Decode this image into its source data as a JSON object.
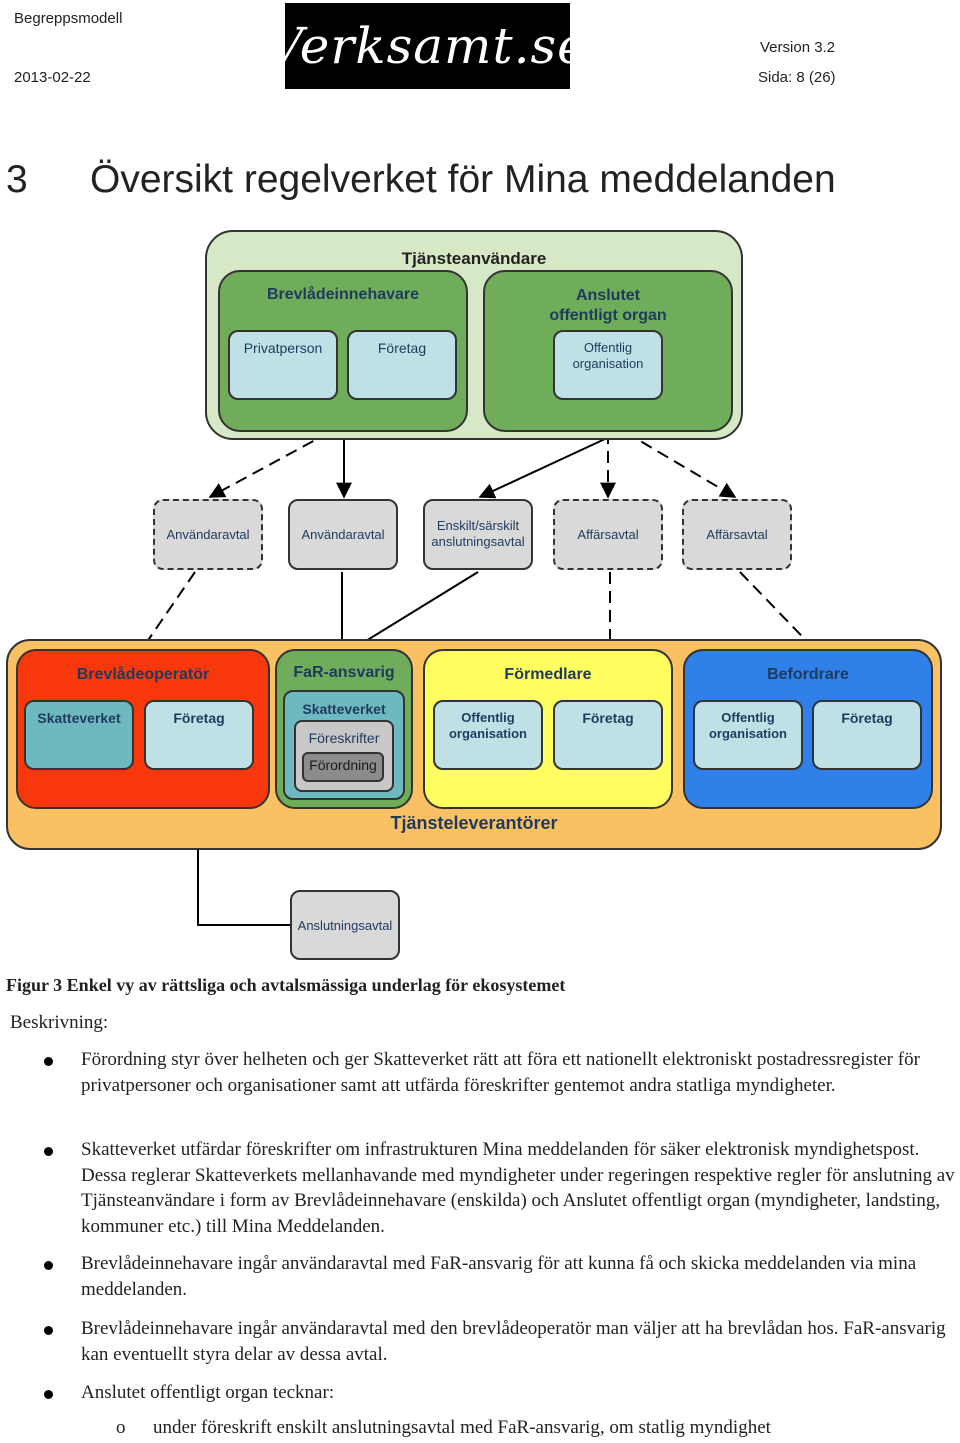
{
  "header": {
    "doc_title": "Begreppsmodell",
    "logo_text": "Verksamt.se",
    "version": "Version 3.2",
    "date": "2013-02-22",
    "page": "Sida: 8 (26)"
  },
  "heading": {
    "number": "3",
    "title": "Översikt regelverket för Mina meddelanden"
  },
  "diagram": {
    "user_group": "Tjänsteanvändare",
    "mailbox_holder": "Brevlådeinnehavare",
    "private_person": "Privatperson",
    "company_a": "Företag",
    "connected_org": "Anslutet\noffentligt organ",
    "public_org_top": "Offentlig\norganisation",
    "agreement_1": "Användaravtal",
    "agreement_2": "Användaravtal",
    "agreement_3": "Enskilt/särskilt\nanslutningsavtal",
    "agreement_4": "Affärsavtal",
    "agreement_5": "Affärsavtal",
    "mailbox_operator": "Brevlådeoperatör",
    "skatteverket_left": "Skatteverket",
    "company_b": "Företag",
    "far_responsible": "FaR-ansvarig",
    "skatteverket_mid": "Skatteverket",
    "regulations": "Föreskrifter",
    "ordinance": "Förordning",
    "intermediary": "Förmedlare",
    "public_org_mid": "Offentlig\norganisation",
    "company_c": "Företag",
    "forwarder": "Befordrare",
    "public_org_right": "Offentlig\norganisation",
    "company_d": "Företag",
    "service_providers": "Tjänsteleverantörer",
    "connection_agreement": "Anslutningsavtal"
  },
  "caption": "Figur 3 Enkel vy av rättsliga och avtalsmässiga underlag för ekosystemet",
  "description_label": "Beskrivning:",
  "bullets": [
    "Förordning styr över helheten och ger Skatteverket rätt att föra ett nationellt elektroniskt postadressregister för privatpersoner och organisationer samt att utfärda föreskrifter gentemot andra statliga myndigheter.",
    "Skatteverket utfärdar föreskrifter om infrastrukturen Mina meddelanden för säker elektronisk myndighetspost. Dessa reglerar Skatteverkets mellanhavande med myndigheter under regeringen respektive regler för anslutning av Tjänsteanvändare i form av Brevlådeinnehavare (enskilda) och Anslutet offentligt organ (myndigheter, landsting, kommuner etc.) till Mina Meddelanden.",
    "Brevlådeinnehavare ingår användaravtal med FaR-ansvarig för att kunna få och skicka meddelanden via mina meddelanden.",
    "Brevlådeinnehavare ingår användaravtal med den brevlådeoperatör man väljer att ha brevlådan hos. FaR-ansvarig kan eventuellt styra delar av dessa avtal.",
    "Anslutet offentligt organ tecknar:"
  ],
  "sub_bullet_marker": "o",
  "sub_bullets": [
    "under föreskrift enskilt anslutningsavtal med FaR-ansvarig, om statlig myndighet"
  ]
}
